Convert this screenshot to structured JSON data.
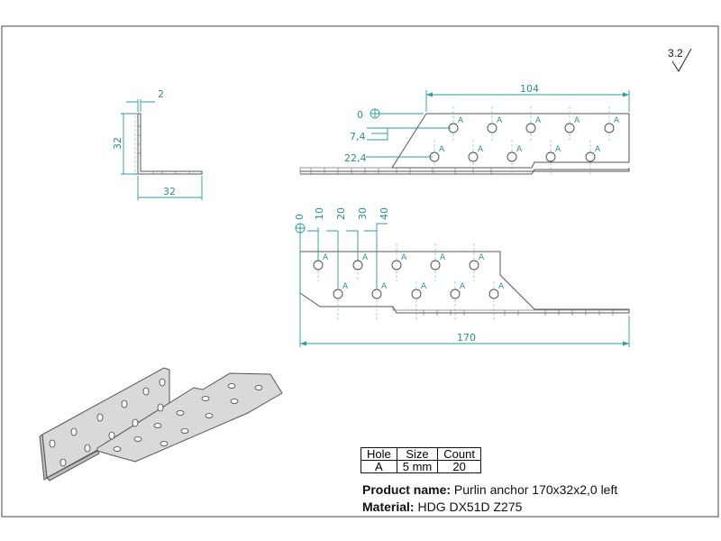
{
  "surface_roughness": "3.2",
  "dimensions": {
    "thickness": "2",
    "flange_height": "32",
    "flange_width": "32",
    "hole_span": "104",
    "row_offset_0": "0",
    "row_offset_1": "7,4",
    "row_offset_2": "22,4",
    "col_0": "0",
    "col_10": "10",
    "col_20": "20",
    "col_30": "30",
    "col_40": "40",
    "total_length": "170"
  },
  "hole_marker": "A",
  "hole_table": {
    "headers": [
      "Hole",
      "Size",
      "Count"
    ],
    "rows": [
      [
        "A",
        "5 mm",
        "20"
      ]
    ]
  },
  "product": {
    "name_label": "Product name:",
    "name_value": "Purlin anchor 170x32x2,0 left",
    "material_label": "Material:",
    "material_value": "HDG DX51D Z275"
  }
}
